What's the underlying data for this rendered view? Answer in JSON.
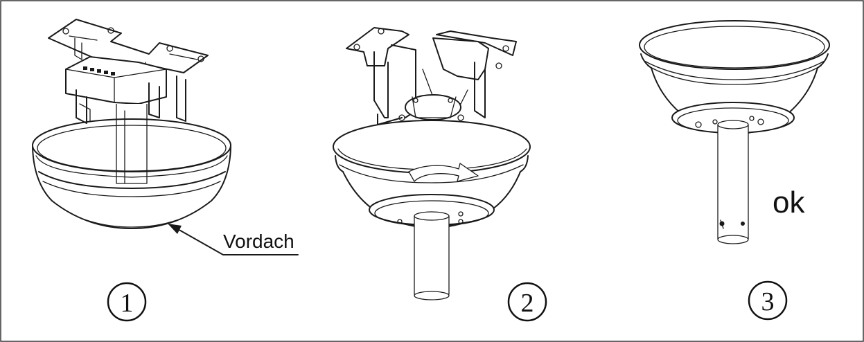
{
  "diagram": {
    "steps": [
      {
        "number": "1"
      },
      {
        "number": "2"
      },
      {
        "number": "3"
      }
    ],
    "labels": {
      "canopy": "Vordach",
      "ok": "ok"
    }
  }
}
